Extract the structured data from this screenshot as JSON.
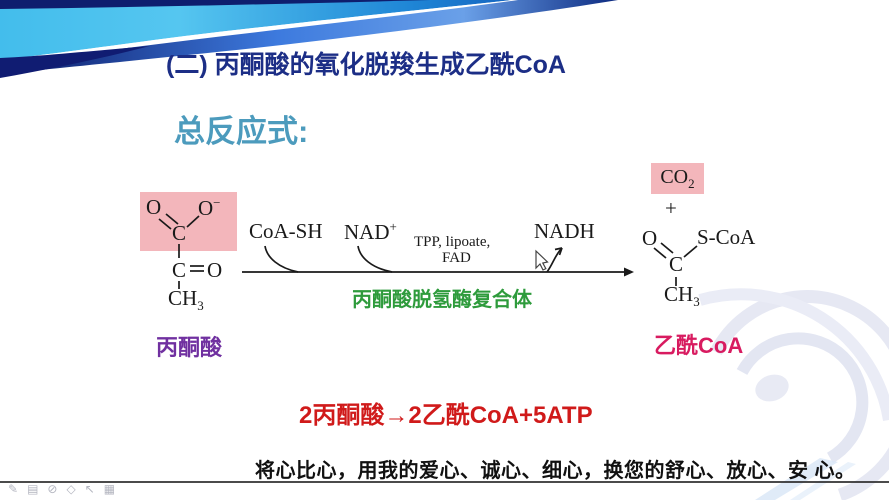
{
  "header": {
    "title": "(二) 丙酮酸的氧化脱羧生成乙酰CoA"
  },
  "section": {
    "heading": "总反应式:"
  },
  "diagram": {
    "substrate": {
      "o1": "O",
      "o2": "O",
      "o2_charge": "−",
      "c1": "C",
      "c2": "C",
      "c2_o": "O",
      "ch": "CH",
      "ch_sub": "3",
      "label": "丙酮酸"
    },
    "arrow": {
      "coa_sh": "CoA-SH",
      "nad": "NAD",
      "nad_charge": "+",
      "cofactor_line1": "TPP, lipoate,",
      "cofactor_line2": "FAD",
      "nadh": "NADH",
      "enzyme": "丙酮酸脱氢酶复合体"
    },
    "product": {
      "co": "CO",
      "co_sub": "2",
      "plus": "+",
      "o": "O",
      "s_coa": "S-CoA",
      "c": "C",
      "ch": "CH",
      "ch_sub": "3",
      "label": "乙酰CoA"
    }
  },
  "equation": {
    "text": "2丙酮酸→2乙酰CoA+5ATP"
  },
  "footer": {
    "motto": "将心比心，用我的爱心、诚心、细心，换您的舒心、放心、安 心。"
  },
  "toolbar": {
    "tools": [
      {
        "name": "pen",
        "glyph": "✎"
      },
      {
        "name": "highlighter",
        "glyph": "▤"
      },
      {
        "name": "laser-pointer",
        "glyph": "⊘"
      },
      {
        "name": "eraser",
        "glyph": "◇"
      },
      {
        "name": "cursor",
        "glyph": "↖"
      },
      {
        "name": "slide-show",
        "glyph": "▦"
      }
    ]
  },
  "colors": {
    "title_navy": "#1c2e86",
    "heading_teal": "#4c9bbd",
    "highlight_pink": "#f3b6bb",
    "substrate_purple": "#7030a0",
    "enzyme_green": "#2e9b3c",
    "product_magenta": "#d81b60",
    "equation_red": "#d01a1a",
    "banner_cyan": "#3eb9ea",
    "banner_royal": "#3d7ade",
    "banner_navy": "#0c1a6a"
  }
}
